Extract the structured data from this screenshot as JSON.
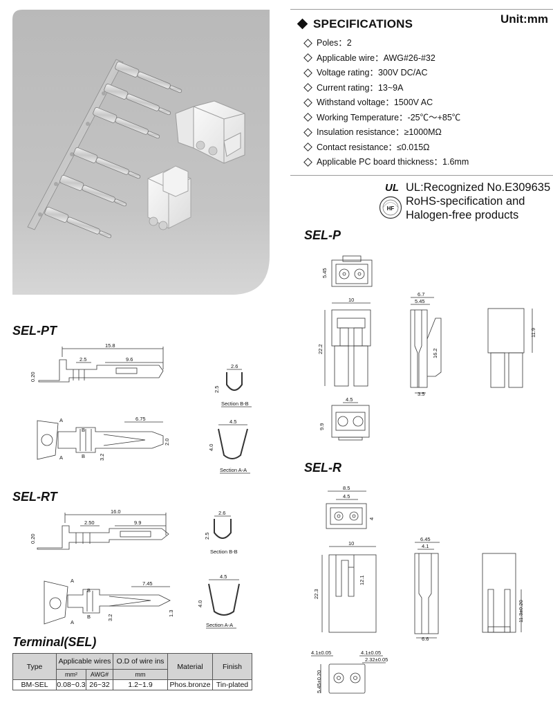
{
  "unit": "Unit:mm",
  "specifications": {
    "title": "SPECIFICATIONS",
    "items": [
      "Poles：2",
      "Applicable wire：AWG#26-#32",
      "Voltage rating：300V DC/AC",
      "Current rating：13~9A",
      "Withstand voltage：1500V AC",
      "Working Temperature：-25℃～+85℃",
      "Insulation resistance：≥1000MΩ",
      "Contact resistance：≤0.015Ω",
      "Applicable PC board thickness：1.6mm"
    ]
  },
  "certifications": {
    "ul_logo": "UL",
    "ul_text": "UL:Recognized No.E309635",
    "rohs_logo": "HF",
    "rohs_text_1": "RoHS-specification and",
    "rohs_text_2": "Halogen-free products"
  },
  "sections": {
    "sel_pt": "SEL-PT",
    "sel_rt": "SEL-RT",
    "sel_p": "SEL-P",
    "sel_r": "SEL-R"
  },
  "drawings": {
    "sel_pt": {
      "length": "15.8",
      "d1": "2.5",
      "d2": "9.6",
      "t": "0.20",
      "b_w": "2.6",
      "b_h": "2.5",
      "b_label": "Section B-B",
      "a_w": "4.5",
      "a_h": "4.0",
      "a_label": "Section A-A",
      "len2": "6.75",
      "h2": "2.0",
      "h3": "3.2",
      "mark_a": "A",
      "mark_b": "B"
    },
    "sel_rt": {
      "length": "16.0",
      "d1": "2.50",
      "d2": "9.9",
      "t": "0.20",
      "b_w": "2.6",
      "b_h": "2.5",
      "b_label": "Section B-B",
      "a_w": "4.5",
      "a_h": "4.0",
      "a_label": "Section A-A",
      "len2": "7.45",
      "h2": "1.3",
      "h3": "3.2",
      "mark_a": "A",
      "mark_b": "B"
    },
    "sel_p": {
      "top_h": "5.45",
      "front_w": "10",
      "front_h": "22.2",
      "side_w1": "6.7",
      "side_w2": "5.45",
      "side_h": "16.2",
      "side_b": "3.5",
      "back_h": "11.9",
      "bottom_w": "4.5",
      "bottom_h": "9.9"
    },
    "sel_r": {
      "top_w1": "8.5",
      "top_w2": "4.5",
      "top_h": "4",
      "front_w": "10",
      "front_h": "22.3",
      "front_h2": "12.1",
      "side_w1": "6.45",
      "side_w2": "4.1",
      "side_b": "6.6",
      "back_h": "11.3±0.20",
      "pcb_w1": "4.1±0.05",
      "pcb_w2": "4.1±0.05",
      "pcb_w3": "2.32±0.05",
      "pcb_h": "5.45±0.20"
    }
  },
  "terminal": {
    "title": "Terminal(SEL)",
    "headers": {
      "type": "Type",
      "applicable_wires": "Applicable wires",
      "od": "O.D of wire ins",
      "material": "Material",
      "finish": "Finish"
    },
    "subheaders": {
      "mm2": "mm²",
      "awg": "AWG#",
      "mm": "mm"
    },
    "rows": [
      {
        "type": "BM-SEL",
        "mm2": "0.08~0.3",
        "awg": "26~32",
        "od": "1.2~1.9",
        "material": "Phos.bronze",
        "finish": "Tin-plated"
      }
    ]
  }
}
